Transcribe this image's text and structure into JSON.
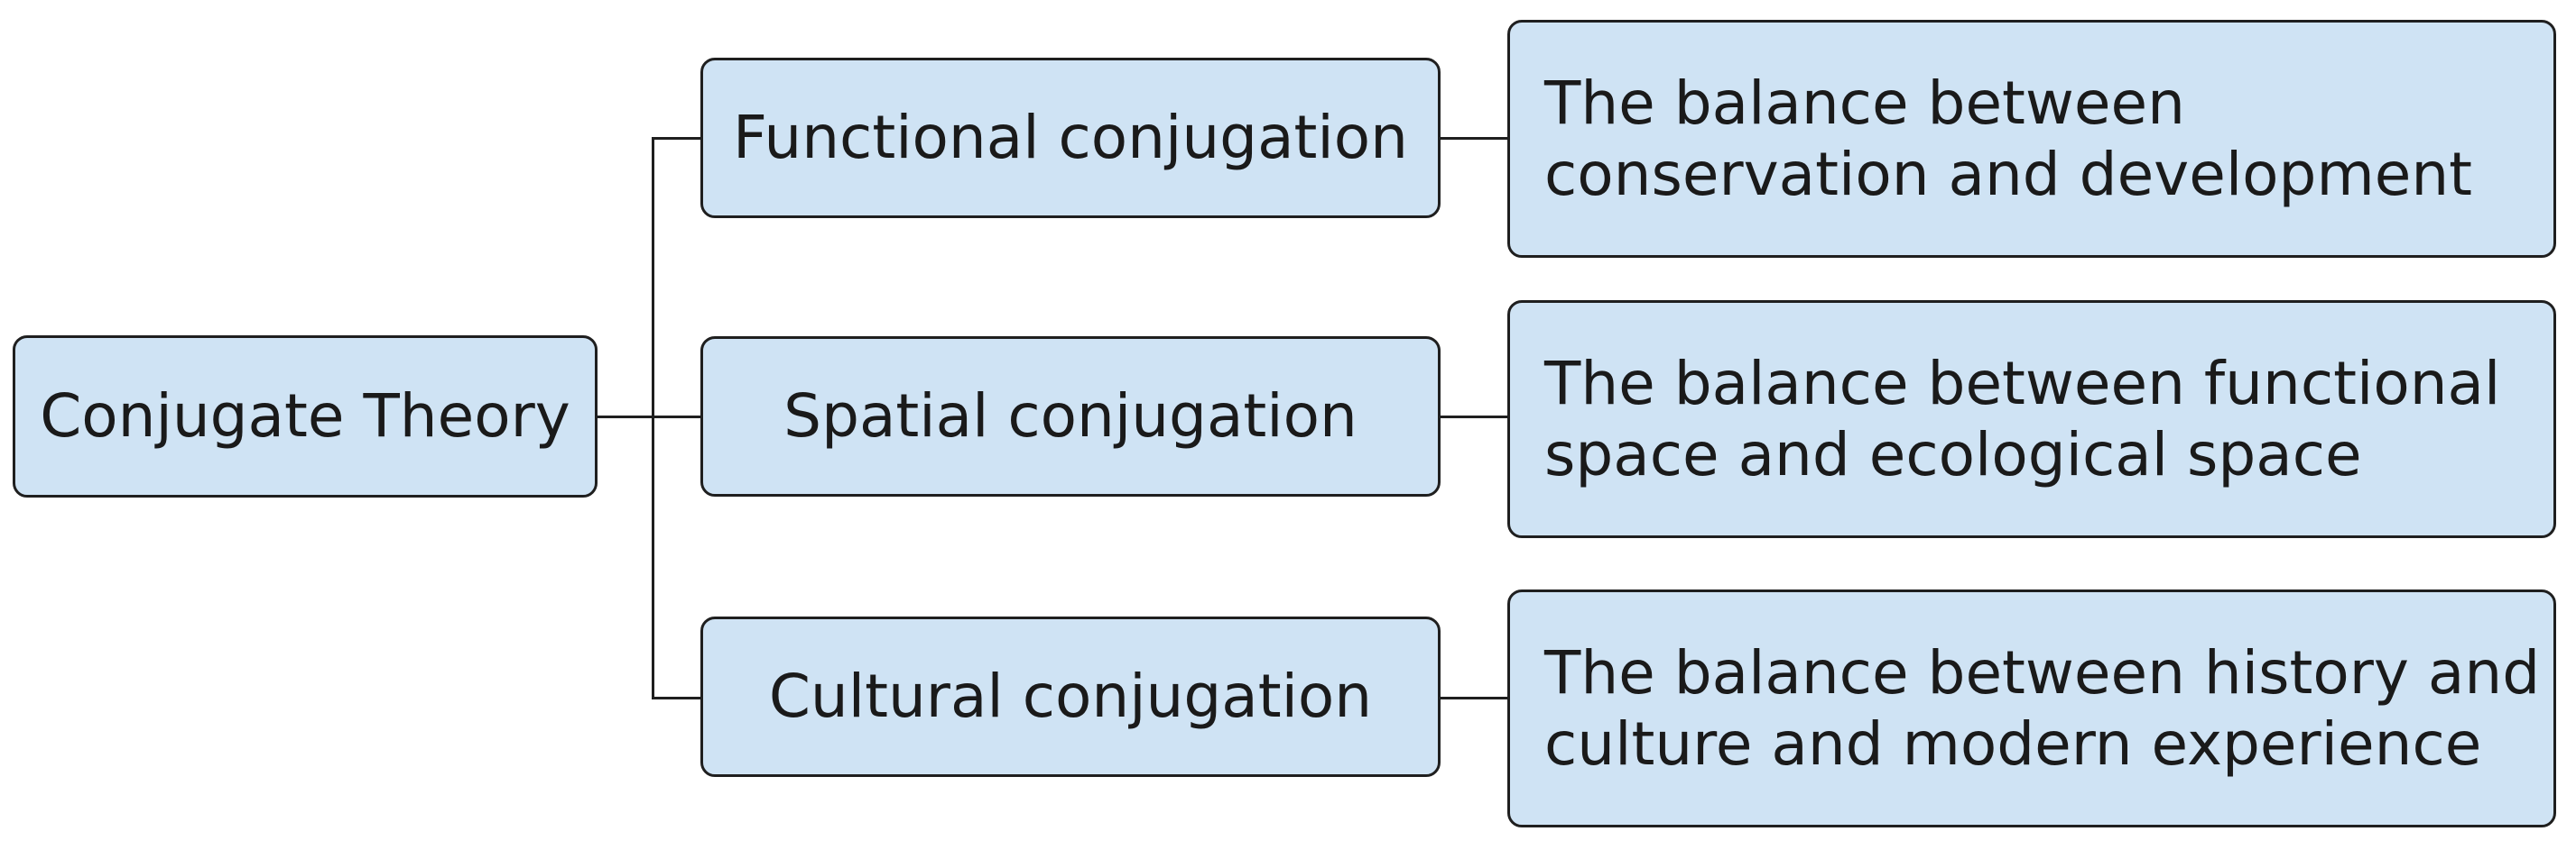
{
  "diagram": {
    "root": {
      "label": "Conjugate Theory"
    },
    "branches": [
      {
        "label": "Functional conjugation",
        "description_lines": [
          "The balance between",
          "conservation and development"
        ]
      },
      {
        "label": "Spatial conjugation",
        "description_lines": [
          "The balance between functional",
          "space and ecological space"
        ]
      },
      {
        "label": "Cultural conjugation",
        "description_lines": [
          "The balance between history and",
          "culture and modern experience"
        ]
      }
    ],
    "colors": {
      "node_fill": "#cfe3f4",
      "node_border": "#1f1f1f",
      "connector": "#1f1f1f",
      "text": "#1a1a1a"
    }
  }
}
